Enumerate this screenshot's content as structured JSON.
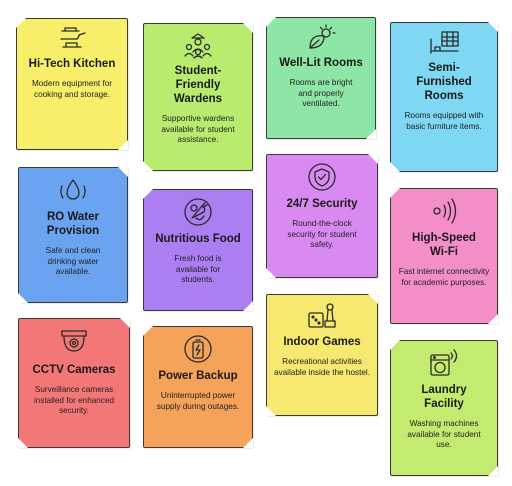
{
  "cards": [
    {
      "title": "Hi-Tech Kitchen",
      "desc": "Modern equipment for cooking and storage.",
      "icon": "kitchen-utensils-icon",
      "color": "#f7ef6a"
    },
    {
      "title": "Student-Friendly Wardens",
      "desc": "Supportive wardens available for student assistance.",
      "icon": "warden-group-icon",
      "color": "#b9ec6e"
    },
    {
      "title": "Well-Lit Rooms",
      "desc": "Rooms are bright and properly ventilated.",
      "icon": "sun-leaf-icon",
      "color": "#8ee6a6"
    },
    {
      "title": "Semi-Furnished Rooms",
      "desc": "Rooms equipped with basic furniture items.",
      "icon": "furniture-shelf-icon",
      "color": "#7fd8f3"
    },
    {
      "title": "RO Water Provision",
      "desc": "Safe and clean drinking water available.",
      "icon": "water-drop-icon",
      "color": "#6aa3f0"
    },
    {
      "title": "Nutritious Food",
      "desc": "Fresh food is available for students.",
      "icon": "vegetables-icon",
      "color": "#ab7ff2"
    },
    {
      "title": "24/7 Security",
      "desc": "Round-the-clock security for student safety.",
      "icon": "shield-check-icon",
      "color": "#d98af2"
    },
    {
      "title": "High-Speed Wi-Fi",
      "desc": "Fast internet connectivity for academic purposes.",
      "icon": "wifi-signal-icon",
      "color": "#f48ec8"
    },
    {
      "title": "CCTV Cameras",
      "desc": "Surveillance cameras installed for enhanced security.",
      "icon": "dome-camera-icon",
      "color": "#f47777"
    },
    {
      "title": "Power Backup",
      "desc": "Uninterrupted power supply during outages.",
      "icon": "battery-bolt-icon",
      "color": "#f5a25a"
    },
    {
      "title": "Indoor Games",
      "desc": "Recreational activities available inside the hostel.",
      "icon": "dice-pawn-icon",
      "color": "#f7e870"
    },
    {
      "title": "Laundry Facility",
      "desc": "Washing machines available for student use.",
      "icon": "washing-machine-icon",
      "color": "#c3eb6f"
    }
  ]
}
